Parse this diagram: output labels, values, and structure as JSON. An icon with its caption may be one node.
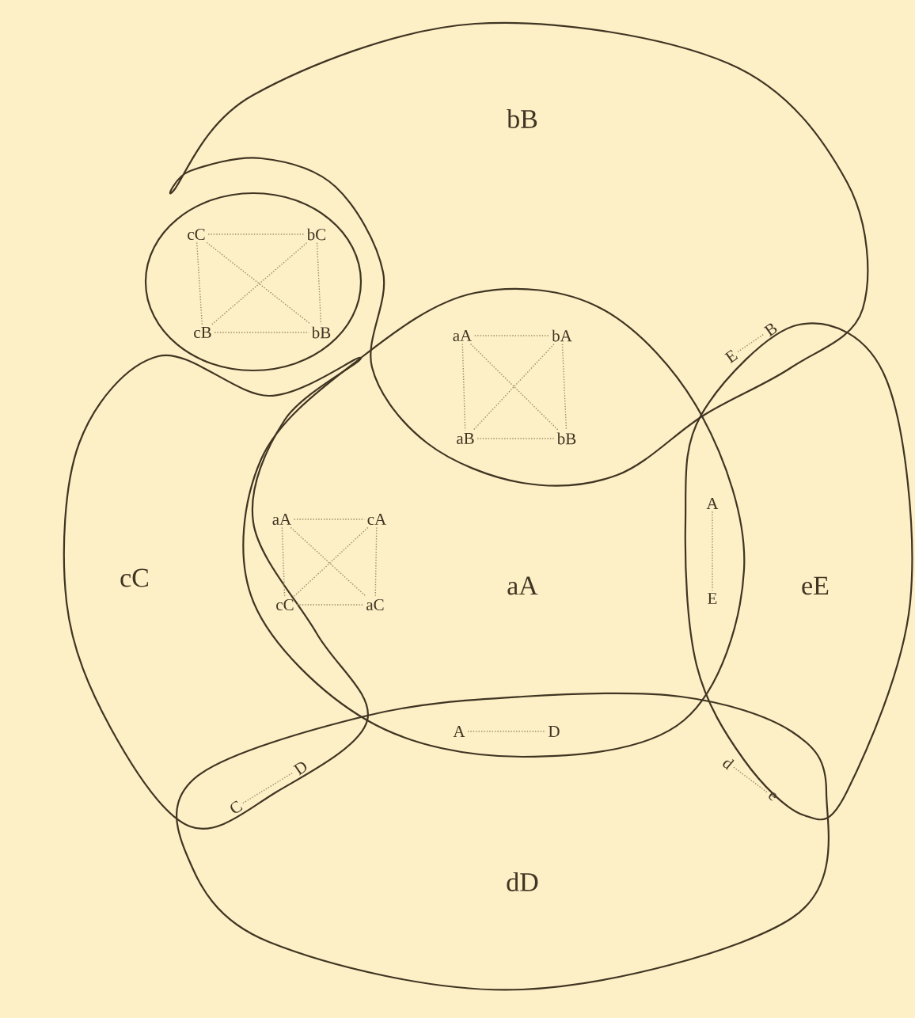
{
  "diagram": {
    "nodes": [
      {
        "text": [
          "bB"
        ]
      },
      {
        "text": [
          "cC"
        ]
      },
      {
        "text": [
          "aA"
        ]
      },
      {
        "text": [
          "eE"
        ]
      },
      {
        "text": [
          "dD"
        ]
      },
      {
        "text": [
          "cC"
        ]
      },
      {
        "text": [
          "bC"
        ]
      },
      {
        "text": [
          "cB"
        ]
      },
      {
        "text": [
          "bB"
        ]
      },
      {
        "text": [
          "aA"
        ]
      },
      {
        "text": [
          "bA"
        ]
      },
      {
        "text": [
          "aB"
        ]
      },
      {
        "text": [
          "bB"
        ]
      },
      {
        "text": [
          "E"
        ]
      },
      {
        "text": [
          "B"
        ]
      },
      {
        "text": [
          "aA"
        ]
      },
      {
        "text": [
          "cA"
        ]
      },
      {
        "text": [
          "cC"
        ]
      },
      {
        "text": [
          "aC"
        ]
      },
      {
        "text": [
          "A"
        ]
      },
      {
        "text": [
          "E"
        ]
      },
      {
        "text": [
          "A"
        ]
      },
      {
        "text": [
          "D"
        ]
      },
      {
        "text": [
          "C"
        ]
      },
      {
        "text": [
          "D"
        ]
      },
      {
        "text": [
          "d"
        ]
      },
      {
        "text": [
          "e"
        ]
      }
    ],
    "edges": [
      {
        "from": 5,
        "to": 6,
        "arrow": "none",
        "style": "dashed"
      },
      {
        "from": 5,
        "to": 7,
        "arrow": "none",
        "style": "dashed"
      },
      {
        "from": 6,
        "to": 8,
        "arrow": "none",
        "style": "dashed"
      },
      {
        "from": 7,
        "to": 8,
        "arrow": "none",
        "style": "dashed"
      },
      {
        "from": 5,
        "to": 8,
        "arrow": "none",
        "style": "dashed"
      },
      {
        "from": 6,
        "to": 7,
        "arrow": "none",
        "style": "dashed"
      },
      {
        "from": 9,
        "to": 10,
        "arrow": "none",
        "style": "dashed"
      },
      {
        "from": 9,
        "to": 11,
        "arrow": "none",
        "style": "dashed"
      },
      {
        "from": 10,
        "to": 12,
        "arrow": "none",
        "style": "dashed"
      },
      {
        "from": 11,
        "to": 12,
        "arrow": "none",
        "style": "dashed"
      },
      {
        "from": 9,
        "to": 12,
        "arrow": "none",
        "style": "dashed"
      },
      {
        "from": 10,
        "to": 11,
        "arrow": "none",
        "style": "dashed"
      },
      {
        "from": 13,
        "to": 14,
        "arrow": "none",
        "style": "dashed"
      },
      {
        "from": 15,
        "to": 16,
        "arrow": "none",
        "style": "dashed"
      },
      {
        "from": 15,
        "to": 17,
        "arrow": "none",
        "style": "dashed"
      },
      {
        "from": 16,
        "to": 18,
        "arrow": "none",
        "style": "dashed"
      },
      {
        "from": 17,
        "to": 18,
        "arrow": "none",
        "style": "dashed"
      },
      {
        "from": 15,
        "to": 18,
        "arrow": "none",
        "style": "dashed"
      },
      {
        "from": 16,
        "to": 17,
        "arrow": "none",
        "style": "dashed"
      },
      {
        "from": 19,
        "to": 20,
        "arrow": "none",
        "style": "dashed"
      },
      {
        "from": 21,
        "to": 22,
        "arrow": "none",
        "style": "dashed"
      },
      {
        "from": 23,
        "to": 24,
        "arrow": "none",
        "style": "dashed"
      },
      {
        "from": 25,
        "to": 26,
        "arrow": "none",
        "style": "dashed"
      }
    ]
  }
}
